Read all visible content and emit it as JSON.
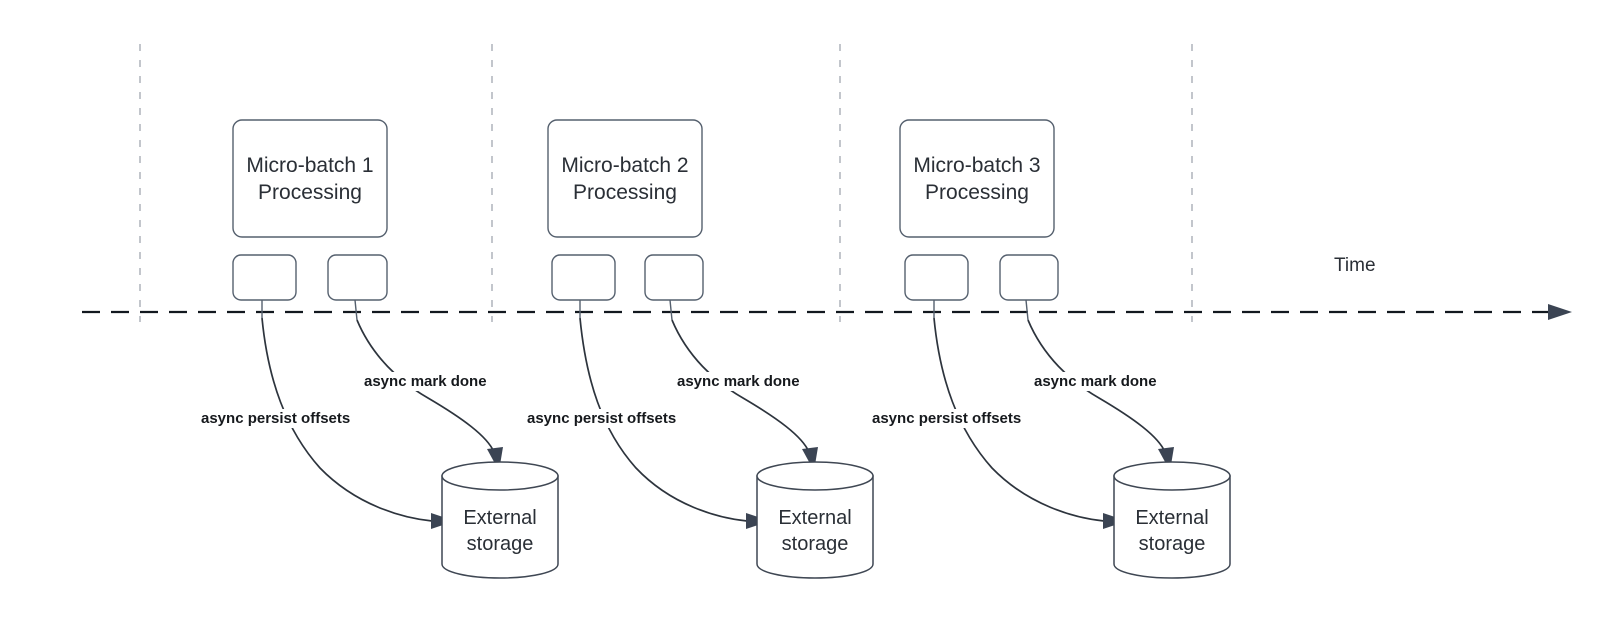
{
  "diagram": {
    "title_axis_label": "Time",
    "groups": [
      {
        "batch_label": "Micro-batch 1\nProcessing",
        "persist_label": "async persist offsets",
        "markdone_label": "async mark done",
        "storage_label": "External\nstorage"
      },
      {
        "batch_label": "Micro-batch 2\nProcessing",
        "persist_label": "async persist offsets",
        "markdone_label": "async mark done",
        "storage_label": "External\nstorage"
      },
      {
        "batch_label": "Micro-batch 3\nProcessing",
        "persist_label": "async persist offsets",
        "markdone_label": "async mark done",
        "storage_label": "External\nstorage"
      }
    ],
    "colors": {
      "shape_stroke": "#55606e",
      "text": "#2a2f36",
      "label_text": "#16191d",
      "divider": "#b4b8bf",
      "timeline": "#12181f",
      "curve": "#2d343d",
      "background": "#ffffff"
    }
  }
}
